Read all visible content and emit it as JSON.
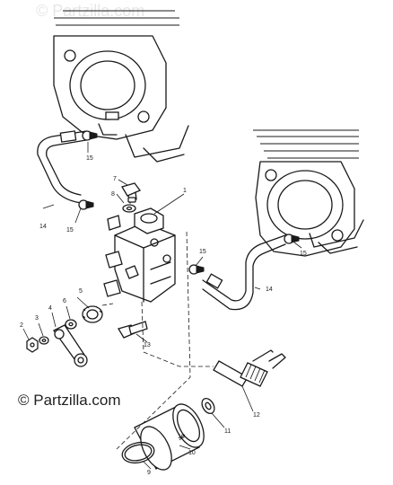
{
  "watermark": {
    "top": "© Partzilla.com",
    "bottom": "© Partzilla.com"
  },
  "callouts": {
    "c1": "1",
    "c2": "2",
    "c3": "3",
    "c4": "4",
    "c5": "5",
    "c6": "6",
    "c7": "7",
    "c8": "8",
    "c9": "9",
    "c10": "10",
    "c11": "11",
    "c12": "12",
    "c13": "13",
    "c14a": "14",
    "c14b": "14",
    "c15a": "15",
    "c15b": "15",
    "c15c": "15",
    "c15d": "15",
    "c16": "16"
  }
}
